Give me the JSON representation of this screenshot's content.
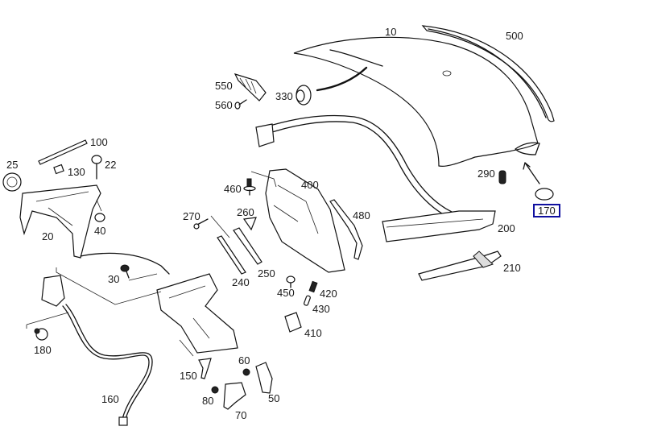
{
  "diagram": {
    "title": "Trunk lid exploded parts diagram",
    "selected_part": "170",
    "highlight_color": "#1010a0",
    "parts": [
      {
        "id": "10",
        "label": "10"
      },
      {
        "id": "500",
        "label": "500"
      },
      {
        "id": "550",
        "label": "550"
      },
      {
        "id": "560",
        "label": "560"
      },
      {
        "id": "330",
        "label": "330"
      },
      {
        "id": "100",
        "label": "100"
      },
      {
        "id": "25",
        "label": "25"
      },
      {
        "id": "130",
        "label": "130"
      },
      {
        "id": "22",
        "label": "22"
      },
      {
        "id": "20",
        "label": "20"
      },
      {
        "id": "40",
        "label": "40"
      },
      {
        "id": "460",
        "label": "460"
      },
      {
        "id": "400",
        "label": "400"
      },
      {
        "id": "290",
        "label": "290"
      },
      {
        "id": "170",
        "label": "170"
      },
      {
        "id": "270",
        "label": "270"
      },
      {
        "id": "260",
        "label": "260"
      },
      {
        "id": "480",
        "label": "480"
      },
      {
        "id": "200",
        "label": "200"
      },
      {
        "id": "210",
        "label": "210"
      },
      {
        "id": "240",
        "label": "240"
      },
      {
        "id": "250",
        "label": "250"
      },
      {
        "id": "30",
        "label": "30"
      },
      {
        "id": "450",
        "label": "450"
      },
      {
        "id": "420",
        "label": "420"
      },
      {
        "id": "430",
        "label": "430"
      },
      {
        "id": "410",
        "label": "410"
      },
      {
        "id": "180",
        "label": "180"
      },
      {
        "id": "60",
        "label": "60"
      },
      {
        "id": "150",
        "label": "150"
      },
      {
        "id": "80",
        "label": "80"
      },
      {
        "id": "50",
        "label": "50"
      },
      {
        "id": "70",
        "label": "70"
      },
      {
        "id": "160",
        "label": "160"
      }
    ]
  }
}
